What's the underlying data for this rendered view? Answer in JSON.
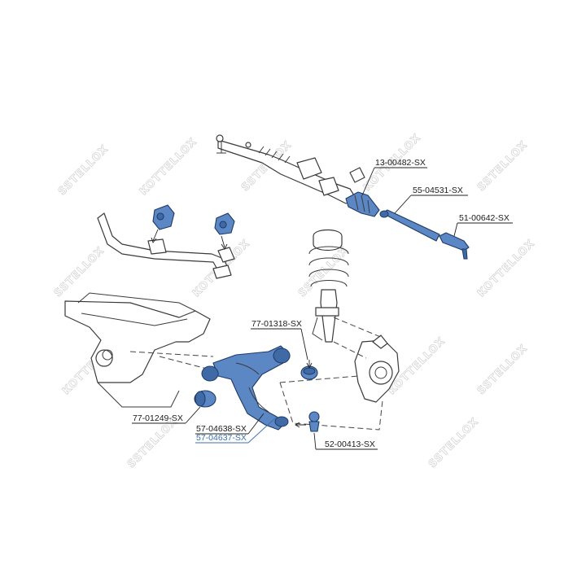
{
  "watermark": {
    "brand_a": "SSTELLOX",
    "brand_b": "KOTTELLOX"
  },
  "labels": {
    "rack": "13-00482-SX",
    "tie_rod": "55-04531-SX",
    "tie_rod_end": "51-00642-SX",
    "bush_rear": "77-01318-SX",
    "bush_front": "77-01249-SX",
    "arm_left": "57-04638-SX",
    "arm_right": "57-04637-SX",
    "ball_joint": "52-00413-SX"
  },
  "colors": {
    "part_fill": "#5b88c4",
    "part_stroke": "#1e3a66",
    "label_blue": "#3a6fb0",
    "outline": "#3a3a3a"
  }
}
